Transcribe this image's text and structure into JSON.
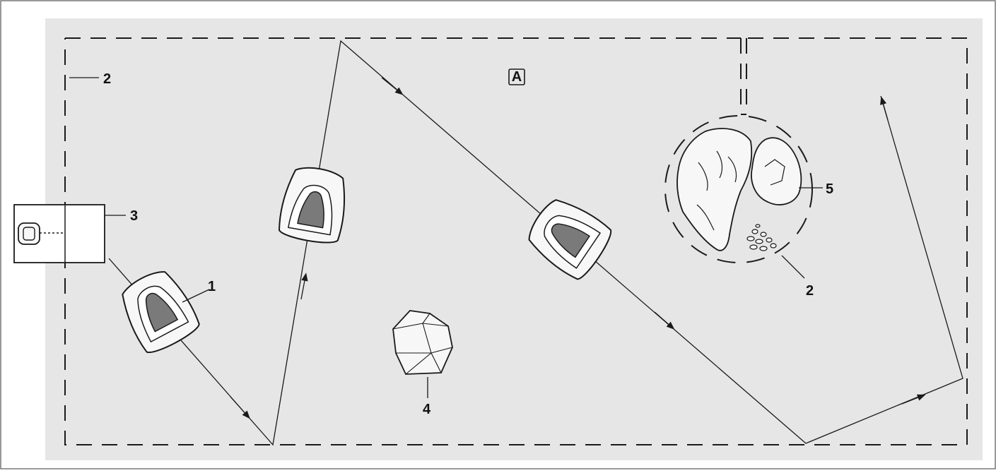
{
  "diagram": {
    "area_label": "A",
    "callouts": {
      "boundary_wire_left": "2",
      "docking_station": "3",
      "mower_robot": "1",
      "obstacle_rock": "4",
      "island_obstacle": "5",
      "boundary_wire_island": "2"
    }
  },
  "colors": {
    "lawn": "#e6e6e6",
    "line": "#1a1a1a",
    "mower_body": "#f7f7f7",
    "mower_window": "#7a7a7a",
    "page_bg": "#ffffff"
  }
}
